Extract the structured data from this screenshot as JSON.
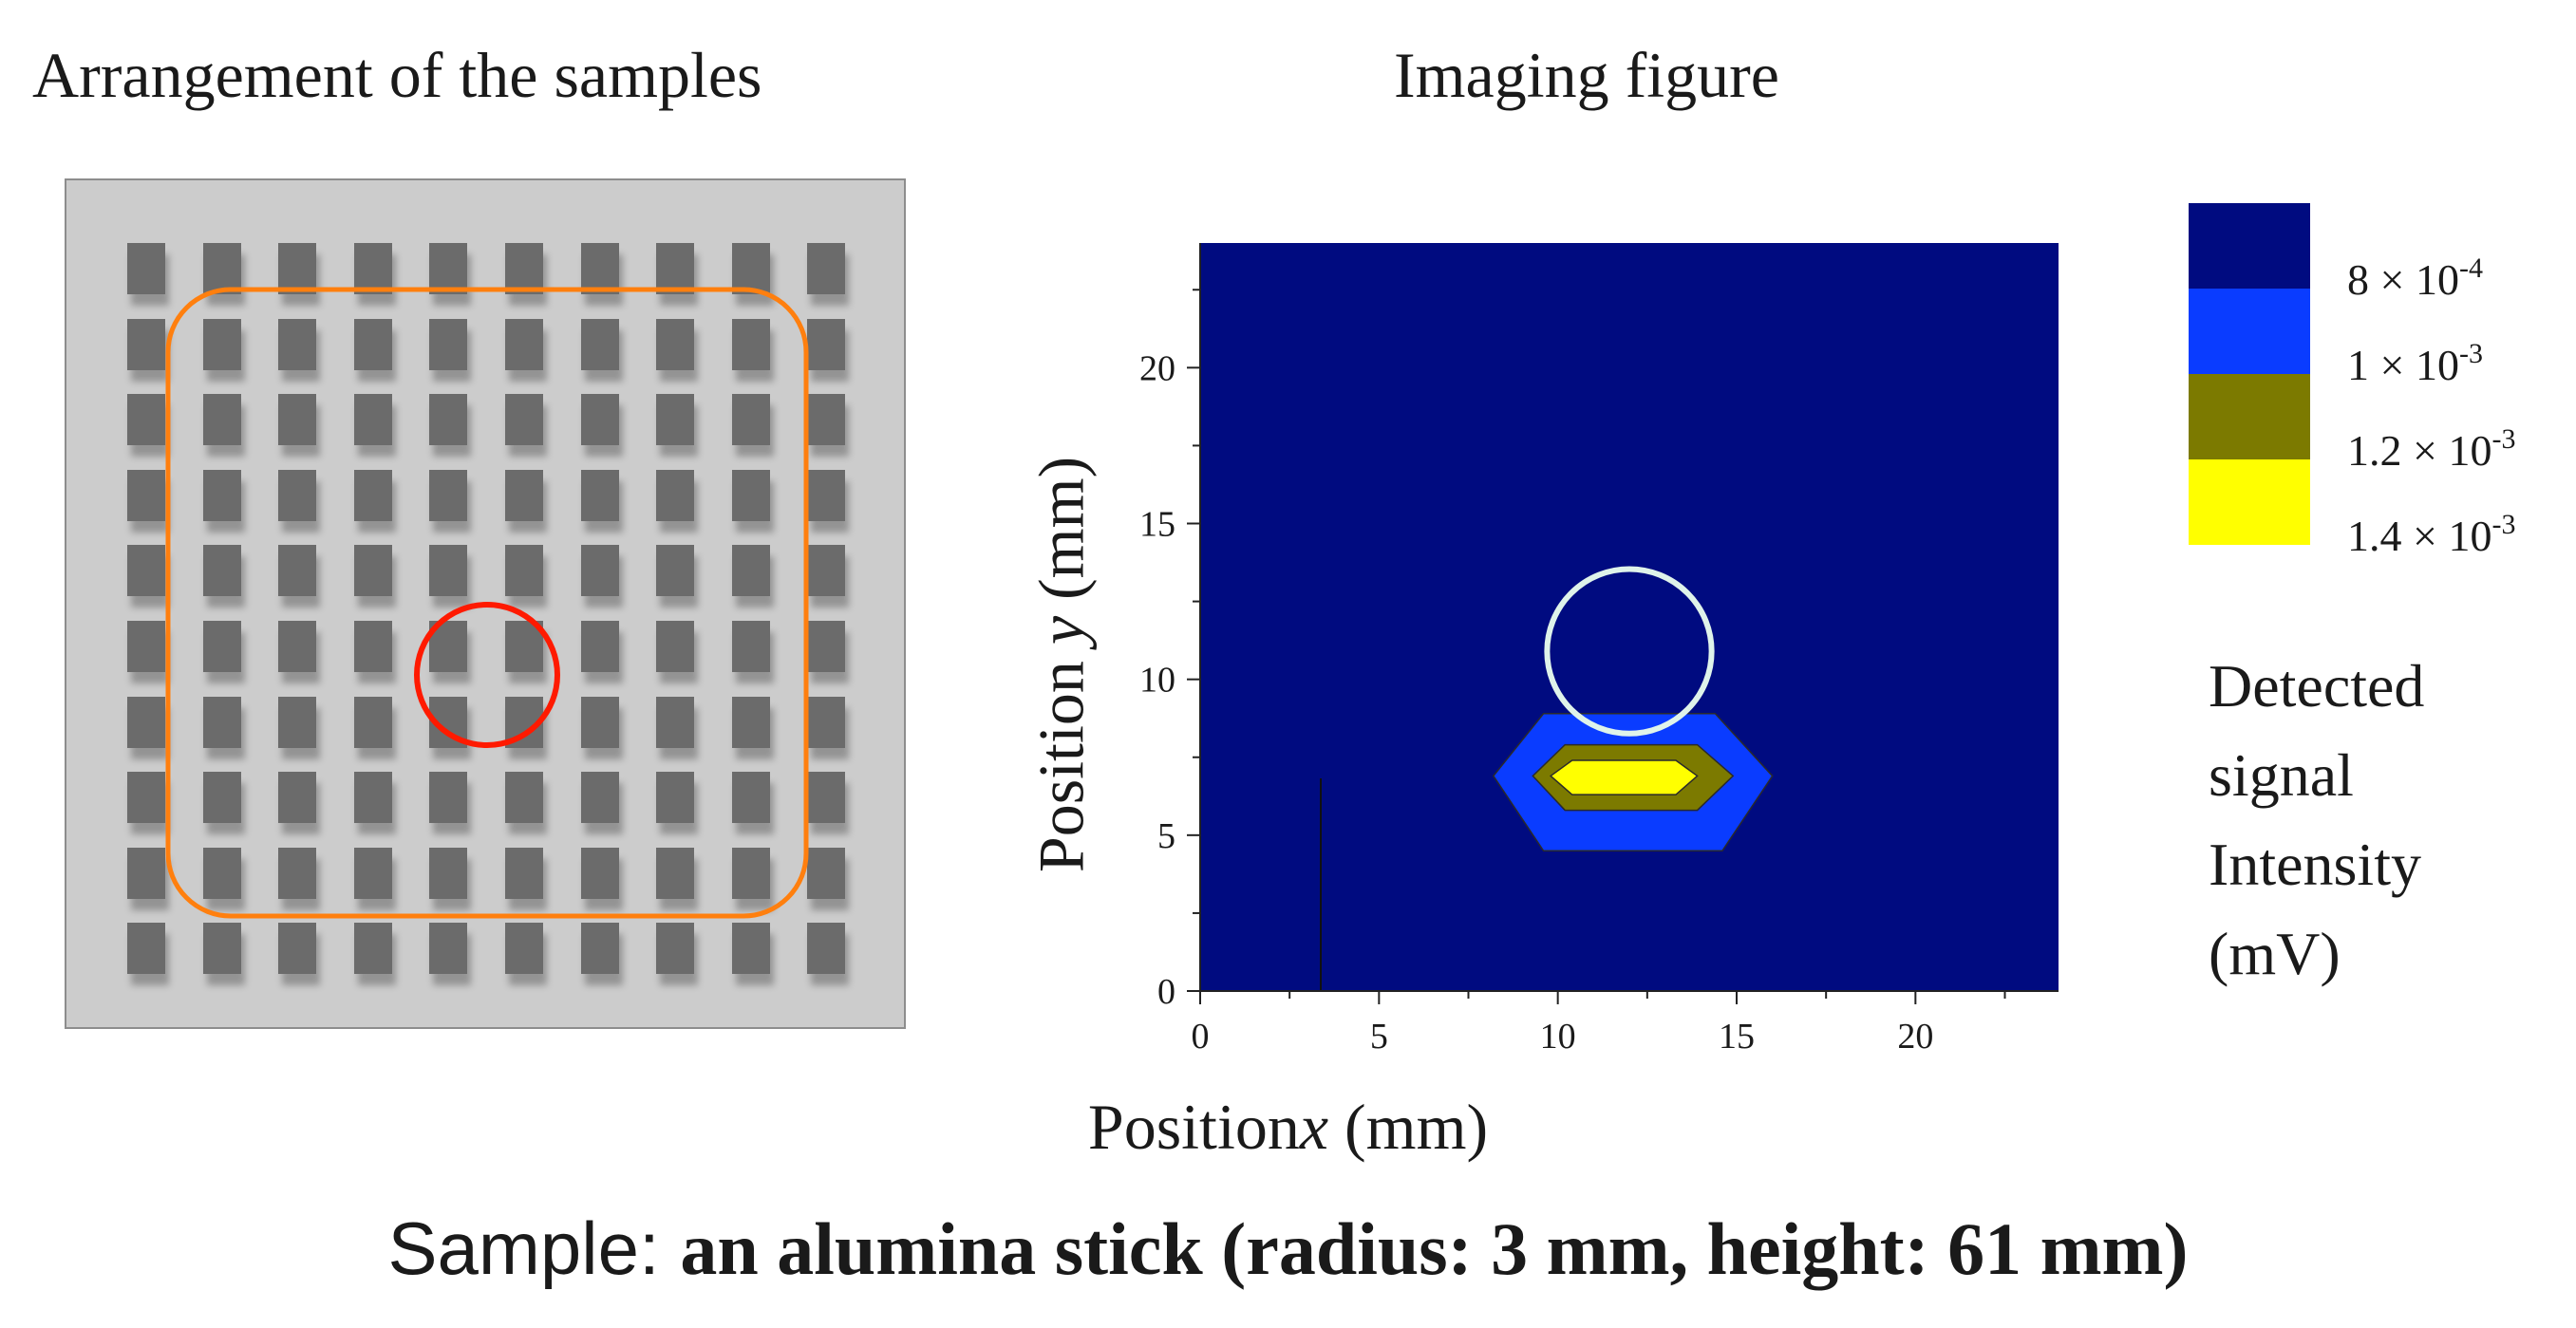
{
  "left_panel": {
    "title": "Arrangement of the samples",
    "grid": {
      "rows": 10,
      "cols": 10
    }
  },
  "right_panel": {
    "title": "Imaging figure"
  },
  "chart_data": {
    "type": "heatmap",
    "title": "Imaging figure",
    "xlabel_prefix": "Position ",
    "xlabel_var": "x",
    "xlabel_unit": " (mm)",
    "ylabel_prefix": "Position ",
    "ylabel_var": "y",
    "ylabel_unit": " (mm)",
    "xlim": [
      0,
      24
    ],
    "ylim": [
      0,
      24
    ],
    "xticks": [
      0,
      5,
      10,
      15,
      20
    ],
    "yticks": [
      0,
      5,
      10,
      15,
      20
    ],
    "grid": false,
    "legend_placement": "right",
    "legend": [
      {
        "color": "#000b80",
        "mantissa": "8 × 10",
        "exponent": "-4"
      },
      {
        "color": "#0a3cff",
        "mantissa": "1 × 10",
        "exponent": "-3"
      },
      {
        "color": "#7c7a00",
        "mantissa": "1.2 × 10",
        "exponent": "-3"
      },
      {
        "color": "#ffff00",
        "mantissa": "1.4 × 10",
        "exponent": "-3"
      }
    ],
    "background_color": "#000b80",
    "contours": [
      {
        "level": "1 × 10^-3",
        "color": "#0a3cff",
        "polygon": [
          [
            8.2,
            6.9
          ],
          [
            9.6,
            8.9
          ],
          [
            14.4,
            8.9
          ],
          [
            16,
            6.9
          ],
          [
            14.6,
            4.5
          ],
          [
            9.6,
            4.5
          ]
        ]
      },
      {
        "level": "1.2 × 10^-3",
        "color": "#7c7a00",
        "polygon": [
          [
            9.3,
            6.9
          ],
          [
            10.2,
            7.9
          ],
          [
            13.9,
            7.9
          ],
          [
            14.9,
            6.9
          ],
          [
            13.9,
            5.8
          ],
          [
            10.2,
            5.8
          ]
        ]
      },
      {
        "level": "1.4 × 10^-3",
        "color": "#ffff00",
        "polygon": [
          [
            9.8,
            6.9
          ],
          [
            10.4,
            7.4
          ],
          [
            13.3,
            7.4
          ],
          [
            13.9,
            6.9
          ],
          [
            13.3,
            6.3
          ],
          [
            10.4,
            6.3
          ]
        ]
      }
    ],
    "sample_circle": {
      "cx": 12.0,
      "cy": 10.9,
      "r": 2.3,
      "color": "#dff3ea"
    },
    "legend_caption": [
      "Detected",
      "signal",
      "Intensity",
      "(mV)"
    ]
  },
  "caption": {
    "prefix": "Sample: ",
    "bold": "an alumina stick (radius: 3 mm, height: 61 mm)"
  },
  "colors": {
    "highlight_circle": "#ff1a00",
    "roi_outline": "#ff7f0e",
    "grid_square": "#6b6b6b"
  }
}
